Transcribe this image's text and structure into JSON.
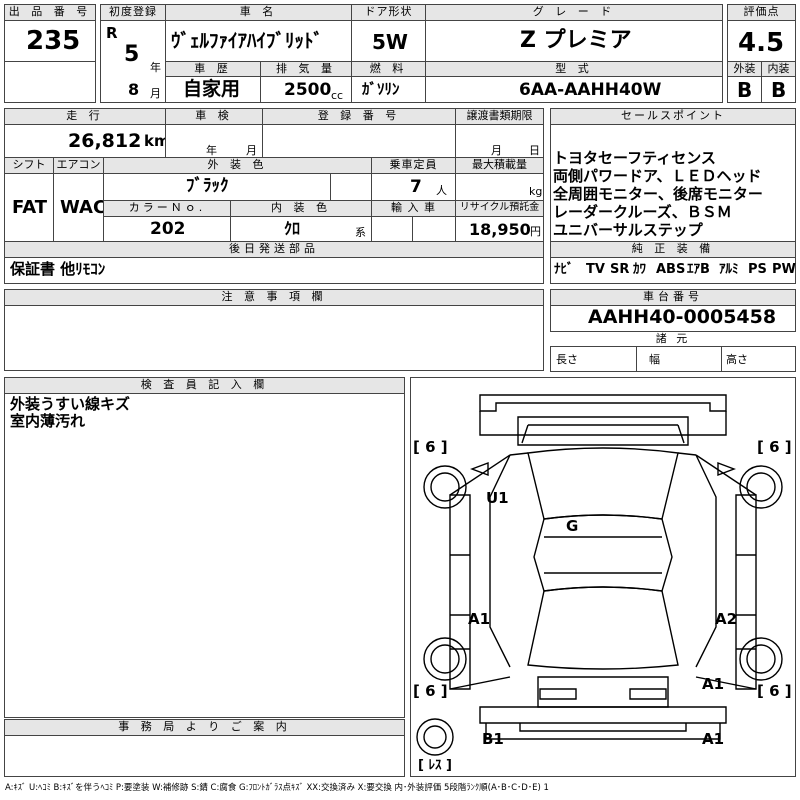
{
  "labels": {
    "lot_no": "出 品 番 号",
    "first_reg": "初度登録",
    "car_name": "車 名",
    "door": "ドア形状",
    "grade": "グ レ ー ド",
    "score": "評価点",
    "history": "車 歴",
    "displacement": "排 気 量",
    "fuel": "燃 料",
    "model": "型 式",
    "exterior": "外装",
    "interior": "内装",
    "mileage": "走 行",
    "inspection": "車 検",
    "reg_no": "登 録 番 号",
    "transfer_docs": "譲渡書類期限",
    "sales_points": "セールスポイント",
    "shift": "シフト",
    "aircon": "エアコン",
    "ext_color": "外 装 色",
    "capacity": "乗車定員",
    "max_load": "最大積載量",
    "color_no": "カラーＮｏ.",
    "int_color": "内 装 色",
    "import": "輸 入 車",
    "recycle": "リサイクル預託金",
    "later_parts": "後日発送部品",
    "genuine_equipment": "純 正 装 備",
    "notes": "注 意 事 項 欄",
    "chassis_no": "車台番号",
    "dimensions": "諸 元",
    "length": "長さ",
    "width": "幅",
    "height": "高さ",
    "inspector": "検 査 員 記 入 欄",
    "office": "事 務 局 よ り ご 案 内"
  },
  "units": {
    "year": "年",
    "month": "月",
    "cc": "cc",
    "km": "km",
    "insp_year": "年",
    "insp_month": "月",
    "transfer_month": "月",
    "transfer_day": "日",
    "persons": "人",
    "kg": "kg",
    "yen": "円",
    "int_color_suffix": "系"
  },
  "values": {
    "lot_no": "235",
    "era": "R",
    "reg_year": "5",
    "reg_month": "8",
    "car_name": "ｳﾞｪﾙﾌｧｲｱﾊｲﾌﾞﾘｯﾄﾞ",
    "door": "5W",
    "grade": "Z プレミア",
    "score": "4.5",
    "history": "自家用",
    "displacement": "2500",
    "fuel": "ｶﾞｿﾘﾝ",
    "model": "6AA-AAHH40W",
    "exterior_grade": "B",
    "interior_grade": "B",
    "mileage": "26,812",
    "shift": "FAT",
    "aircon": "WAC",
    "ext_color": "ﾌﾞﾗｯｸ",
    "capacity": "7",
    "color_no": "202",
    "int_color": "ｸﾛ",
    "recycle": "18,950",
    "later_parts": "保証書 他ﾘﾓｺﾝ",
    "chassis_no": "AAHH40-0005458",
    "sales_points": [
      "トヨタセーフティセンス",
      "両側パワードア、ＬＥＤヘッド",
      "全周囲モニター、後席モニター",
      "レーダークルーズ、ＢＳＭ",
      "ユニバーサルステップ"
    ],
    "equipment": [
      "ﾅﾋﾞ",
      "TV",
      "SR",
      "ｶﾜ",
      "ABS",
      "ｴｱB",
      "ｱﾙﾐ",
      "PS",
      "PW"
    ],
    "inspector_notes": [
      "外装うすい線キズ",
      "室内薄汚れ"
    ]
  },
  "diagram": {
    "tire_depths": [
      "[ 6 ]",
      "[ 6 ]",
      "[ 6 ]",
      "[ 6 ]"
    ],
    "spare": "[ ﾚｽ ]",
    "marks": [
      "U1",
      "G",
      "A1",
      "A2",
      "A1",
      "B1",
      "A1"
    ]
  },
  "legend": "A:ｷｽﾞ U:ﾍｺﾐ B:ｷｽﾞを伴うﾍｺﾐ P:要塗装 W:補修跡 S:錆 C:腐食 G:ﾌﾛﾝﾄｶﾞﾗｽ点ｷｽﾞ XX:交換済み X:要交換 内･外装評価 5段階ﾗﾝｸ順(A･B･C･D･E) 1"
}
